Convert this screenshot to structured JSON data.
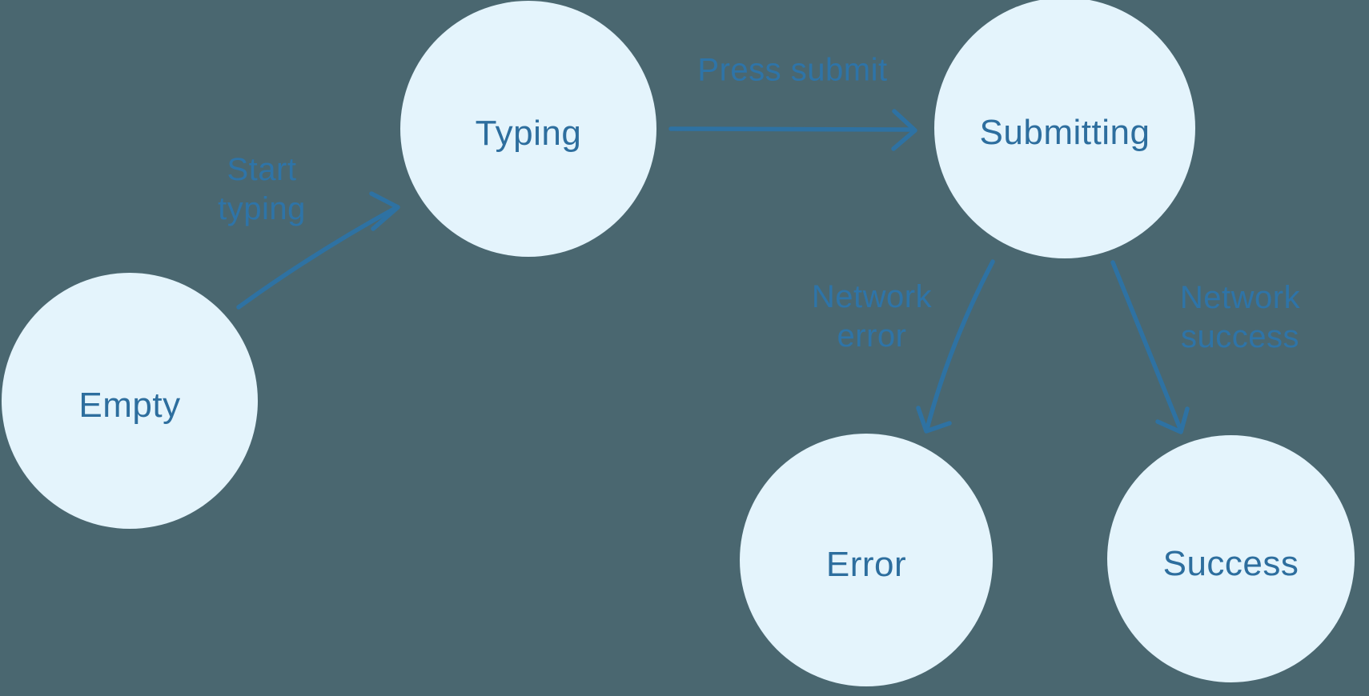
{
  "diagram_type": "state-machine",
  "colors": {
    "background": "#4A6770",
    "node_fill": "#E4F4FC",
    "node_text": "#2D6E9E",
    "edge_label_text": "#2E74A8",
    "arrow_stroke": "#2E72A3"
  },
  "nodes": [
    {
      "id": "empty",
      "label": "Empty"
    },
    {
      "id": "typing",
      "label": "Typing"
    },
    {
      "id": "submitting",
      "label": "Submitting"
    },
    {
      "id": "error",
      "label": "Error"
    },
    {
      "id": "success",
      "label": "Success"
    }
  ],
  "edges": [
    {
      "from": "empty",
      "to": "typing",
      "label": "Start typing",
      "label_lines": [
        "Start",
        "typing"
      ]
    },
    {
      "from": "typing",
      "to": "submitting",
      "label": "Press submit",
      "label_lines": [
        "Press submit"
      ]
    },
    {
      "from": "submitting",
      "to": "error",
      "label": "Network error",
      "label_lines": [
        "Network",
        "error"
      ]
    },
    {
      "from": "submitting",
      "to": "success",
      "label": "Network success",
      "label_lines": [
        "Network",
        "success"
      ]
    }
  ]
}
